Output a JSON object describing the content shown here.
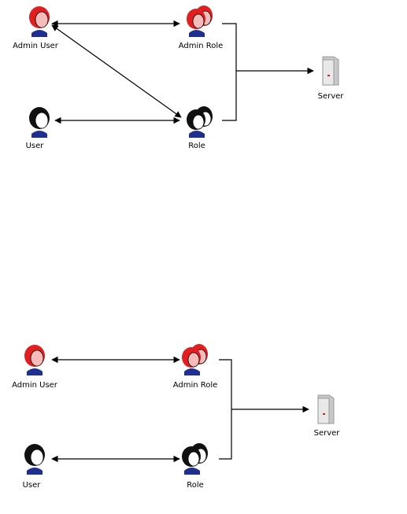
{
  "colors": {
    "admin_hair": "#e02020",
    "admin_face": "#f6bcbc",
    "user_hair": "#111111",
    "user_face": "#ffffff",
    "shirt": "#1f2f8f",
    "server_body": "#c8c8c8",
    "server_light": "#e8e8e8",
    "server_led": "#cc2222",
    "line": "#000000"
  },
  "diagrams": [
    {
      "nodes": {
        "admin_user": {
          "label": "Admin User",
          "icon": "person-icon",
          "variant": "admin"
        },
        "admin_role": {
          "label": "Admin Role",
          "icon": "group-icon",
          "variant": "admin"
        },
        "user": {
          "label": "User",
          "icon": "person-icon",
          "variant": "user"
        },
        "role": {
          "label": "Role",
          "icon": "group-icon",
          "variant": "user"
        },
        "server": {
          "label": "Server",
          "icon": "server-icon"
        }
      },
      "edges": [
        {
          "from": "Admin User",
          "to": "Admin Role",
          "style": "bidirectional-arrow"
        },
        {
          "from": "Admin User",
          "to": "Role",
          "style": "bidirectional-arrow"
        },
        {
          "from": "User",
          "to": "Role",
          "style": "bidirectional-arrow"
        },
        {
          "from": "Admin Role",
          "to": "Server",
          "style": "bracket-arrow"
        },
        {
          "from": "Role",
          "to": "Server",
          "style": "bracket-arrow"
        }
      ]
    },
    {
      "nodes": {
        "admin_user": {
          "label": "Admin User",
          "icon": "person-icon",
          "variant": "admin"
        },
        "admin_role": {
          "label": "Admin Role",
          "icon": "group-icon",
          "variant": "admin"
        },
        "user": {
          "label": "User",
          "icon": "person-icon",
          "variant": "user"
        },
        "role": {
          "label": "Role",
          "icon": "group-icon",
          "variant": "user"
        },
        "server": {
          "label": "Server",
          "icon": "server-icon"
        }
      },
      "edges": [
        {
          "from": "Admin User",
          "to": "Admin Role",
          "style": "bidirectional-arrow"
        },
        {
          "from": "User",
          "to": "Role",
          "style": "bidirectional-arrow"
        },
        {
          "from": "Admin Role",
          "to": "Server",
          "style": "bracket-arrow"
        },
        {
          "from": "Role",
          "to": "Server",
          "style": "bracket-arrow"
        }
      ]
    }
  ]
}
